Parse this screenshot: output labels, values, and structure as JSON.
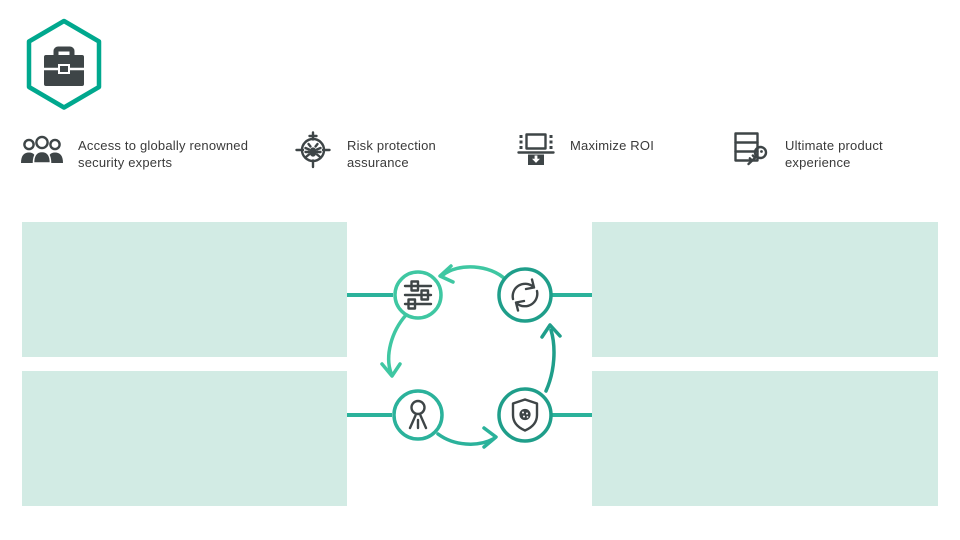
{
  "features": [
    {
      "icon": "team-icon",
      "label": "Access to globally renowned security experts"
    },
    {
      "icon": "bug-target-icon",
      "label": "Risk protection assurance"
    },
    {
      "icon": "atm-cash-icon",
      "label": "Maximize ROI"
    },
    {
      "icon": "product-key-icon",
      "label": "Ultimate product experience"
    }
  ],
  "diagram": {
    "type": "cycle",
    "nodes": [
      {
        "position": "top-left",
        "icon": "sliders-icon"
      },
      {
        "position": "top-right",
        "icon": "refresh-icon"
      },
      {
        "position": "bottom-left",
        "icon": "person-icon"
      },
      {
        "position": "bottom-right",
        "icon": "shield-virus-icon"
      }
    ],
    "flow": "counterclockwise",
    "placeholder_boxes": 4
  },
  "colors": {
    "c-brand": "#00a88e",
    "c-light": "#3fc7a2",
    "c-mid": "#2bb29b",
    "c-dark": "#1f9e8a",
    "c-icon": "#3e4547",
    "c-box": "#d2ebe4",
    "c-text": "#3a3a3a"
  }
}
